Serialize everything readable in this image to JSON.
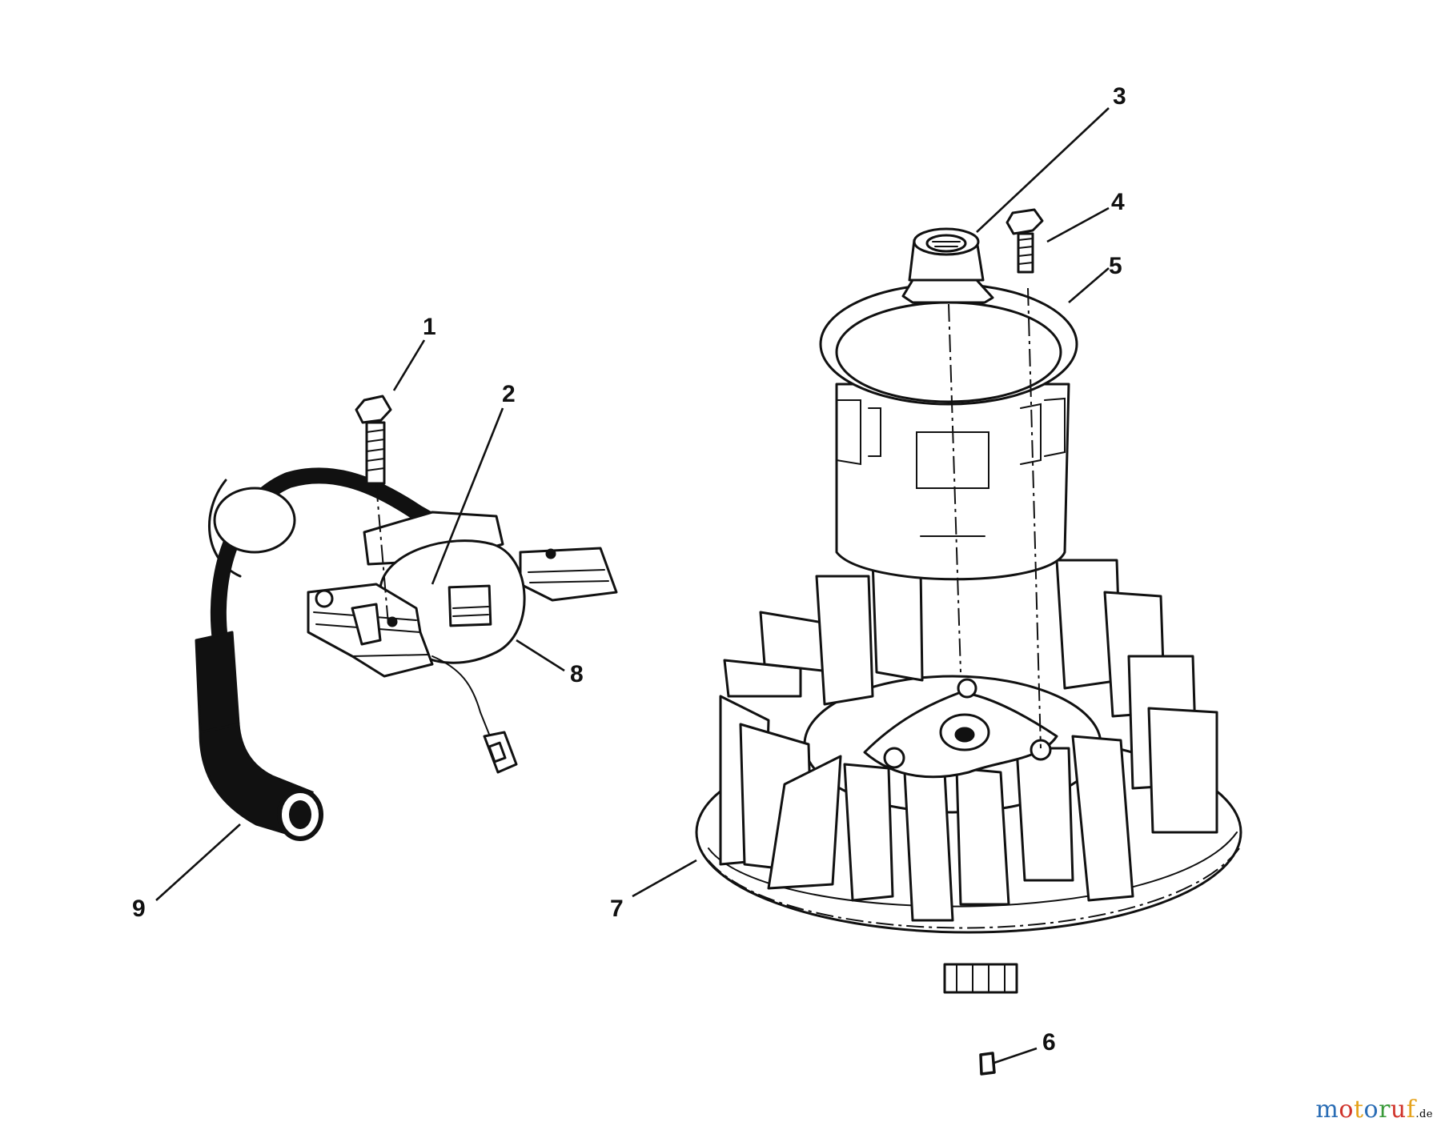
{
  "diagram": {
    "callouts": [
      {
        "id": "1",
        "label": "1"
      },
      {
        "id": "2",
        "label": "2"
      },
      {
        "id": "3",
        "label": "3"
      },
      {
        "id": "4",
        "label": "4"
      },
      {
        "id": "5",
        "label": "5"
      },
      {
        "id": "6",
        "label": "6"
      },
      {
        "id": "7",
        "label": "7"
      },
      {
        "id": "8",
        "label": "8"
      },
      {
        "id": "9",
        "label": "9"
      }
    ]
  },
  "watermark": {
    "text": "motoruf",
    "suffix": ".de",
    "colors": [
      "#2a6db5",
      "#d0342c",
      "#e5a21b",
      "#2a6db5",
      "#3a9a3a",
      "#d0342c",
      "#e5a21b"
    ]
  }
}
